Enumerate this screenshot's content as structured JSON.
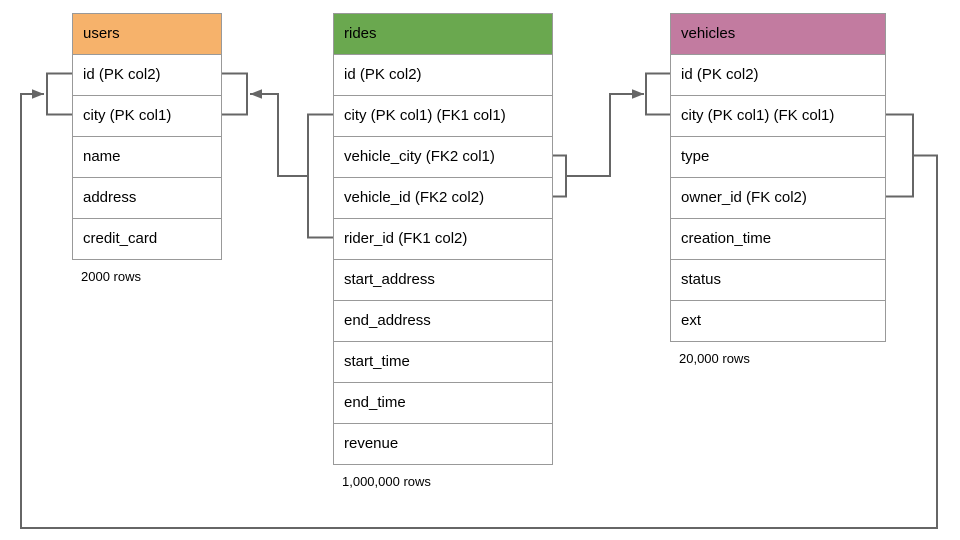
{
  "colors": {
    "users_header": "#F6B26B",
    "rides_header": "#6AA84F",
    "vehicles_header": "#C27BA0",
    "table_border": "#999999",
    "connector": "#666666",
    "text": "#000000",
    "background": "#FFFFFF"
  },
  "tables": {
    "users": {
      "name": "users",
      "columns": [
        "id (PK col2)",
        "city (PK col1)",
        "name",
        "address",
        "credit_card"
      ],
      "row_count": "2000 rows"
    },
    "rides": {
      "name": "rides",
      "columns": [
        "id (PK col2)",
        "city (PK col1) (FK1 col1)",
        "vehicle_city (FK2 col1)",
        "vehicle_id (FK2 col2)",
        "rider_id (FK1 col2)",
        "start_address",
        "end_address",
        "start_time",
        "end_time",
        "revenue"
      ],
      "row_count": "1,000,000 rows"
    },
    "vehicles": {
      "name": "vehicles",
      "columns": [
        "id (PK col2)",
        "city (PK col1) (FK col1)",
        "type",
        "owner_id (FK col2)",
        "creation_time",
        "status",
        "ext"
      ],
      "row_count": "20,000 rows"
    }
  },
  "relationships": [
    {
      "from_table": "rides",
      "from_columns": [
        "city",
        "rider_id"
      ],
      "to_table": "users",
      "to_columns": [
        "id",
        "city"
      ]
    },
    {
      "from_table": "rides",
      "from_columns": [
        "vehicle_city",
        "vehicle_id"
      ],
      "to_table": "vehicles",
      "to_columns": [
        "id",
        "city"
      ]
    },
    {
      "from_table": "vehicles",
      "from_columns": [
        "city",
        "owner_id"
      ],
      "to_table": "users",
      "to_columns": [
        "id",
        "city"
      ]
    }
  ]
}
